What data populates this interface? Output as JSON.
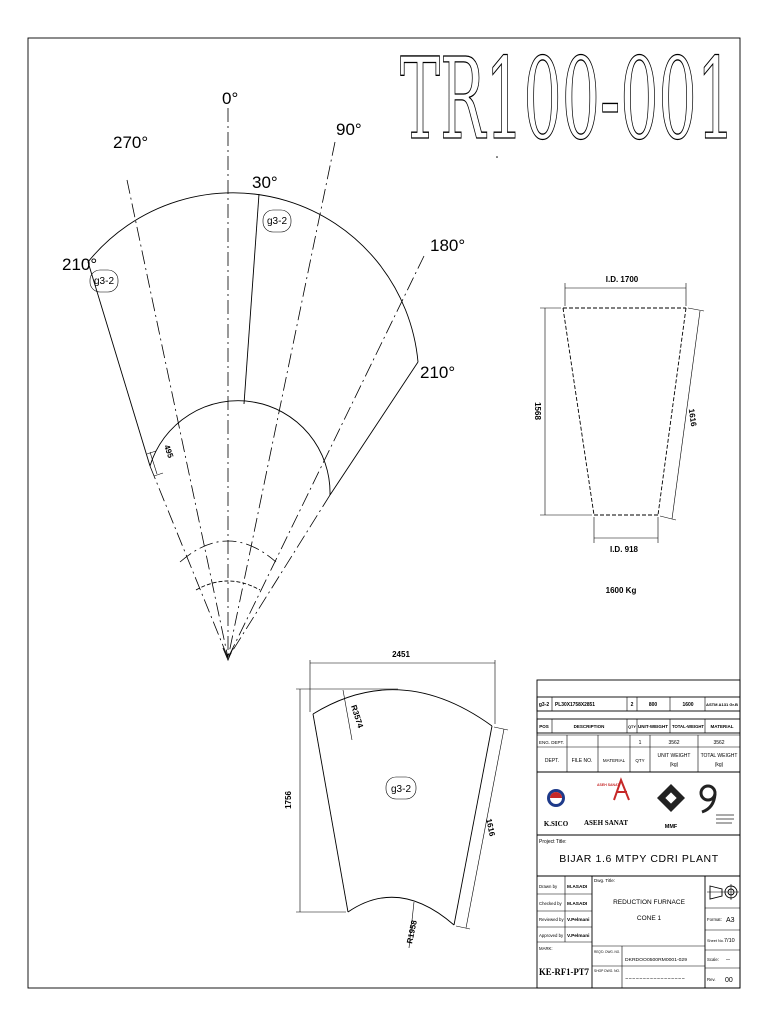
{
  "drawing_number": "TR100-001",
  "development": {
    "angle_labels": {
      "a0": "0°",
      "a270": "270°",
      "a90": "90°",
      "a30": "30°",
      "a180": "180°",
      "a210_left": "210°",
      "a210_right": "210°"
    },
    "mark_1": "g3-2",
    "mark_2": "g3-2",
    "band_width": "495"
  },
  "cone_view": {
    "top_dim": "I.D. 1700",
    "height_dim": "1568",
    "slant_dim": "1616",
    "bottom_dim": "I.D. 918",
    "weight": "1600 Kg"
  },
  "plate": {
    "width_dim": "2451",
    "outer_radius": "R3574",
    "mark": "g3-2",
    "height_dim": "1756",
    "slant_dim": "1616",
    "inner_radius": "R1958"
  },
  "title_block": {
    "bom": {
      "pos": "g3-2",
      "description": "PL30X1758X2851",
      "qty": "2",
      "unit_weight": "800",
      "total_weight": "1600",
      "material": "ASTM A131 Gr.B"
    },
    "bom_headers": {
      "pos": "POS",
      "description": "DESCRIPTION",
      "qty": "QTY",
      "unit_weight": "UNIT-WEIGHT",
      "total_weight": "TOTAL-WEIGHT",
      "material": "MATERIAL"
    },
    "eng_row": {
      "dept": "ENG. DEPT.",
      "qty": "1",
      "unit_weight": "3562",
      "total_weight": "3562"
    },
    "eng_headers": {
      "dept": "DEPT.",
      "file_no": "FILE NO.",
      "material": "MATERIAL",
      "qty": "QTY",
      "unit_weight": "UNIT WEIGHT",
      "unit_weight_unit": "(kg)",
      "total_weight": "TOTAL WEIGHT",
      "total_weight_unit": "(kg)"
    },
    "logos": {
      "ksico": "K.SICO",
      "aseh_small": "ASEH SANAT",
      "aseh": "ASEH SANAT",
      "mmf": "MMF"
    },
    "colors": {
      "logo_red": "#c62828",
      "logo_blue": "#1e3a8a"
    },
    "project_title_label": "Project Title:",
    "project_title": "BIJAR 1.6 MTPY CDRI PLANT",
    "drawn_by_label": "Drawn by",
    "drawn_by": "M.ASADI",
    "checked_by_label": "Checked by",
    "checked_by": "M.ASADI",
    "reviewed_by_label": "Reviewed by",
    "reviewed_by": "V.Pelmani",
    "approved_by_label": "Approved by",
    "approved_by": "V.Pelmani",
    "mark_label": "MARK:",
    "mark": "KE-RF1-PT7",
    "dwg_title_label": "Dwg. Title:",
    "dwg_title_line1": "REDUCTION FURNACE",
    "dwg_title_line2": "CONE 1",
    "reqd_dwg_label": "REQ'D. DWG. NO.",
    "reqd_dwg": "DKRDOO0500RM0001-029",
    "shop_dwg_label": "SHOP DWG. NO.",
    "shop_dwg": "-----------------",
    "format_label": "Format:",
    "format": "A3",
    "sheet_label": "Sheet No.",
    "sheet": "7/10",
    "scale_label": "Scale:",
    "scale": "--",
    "rev_label": "Rev.",
    "rev": "00"
  }
}
